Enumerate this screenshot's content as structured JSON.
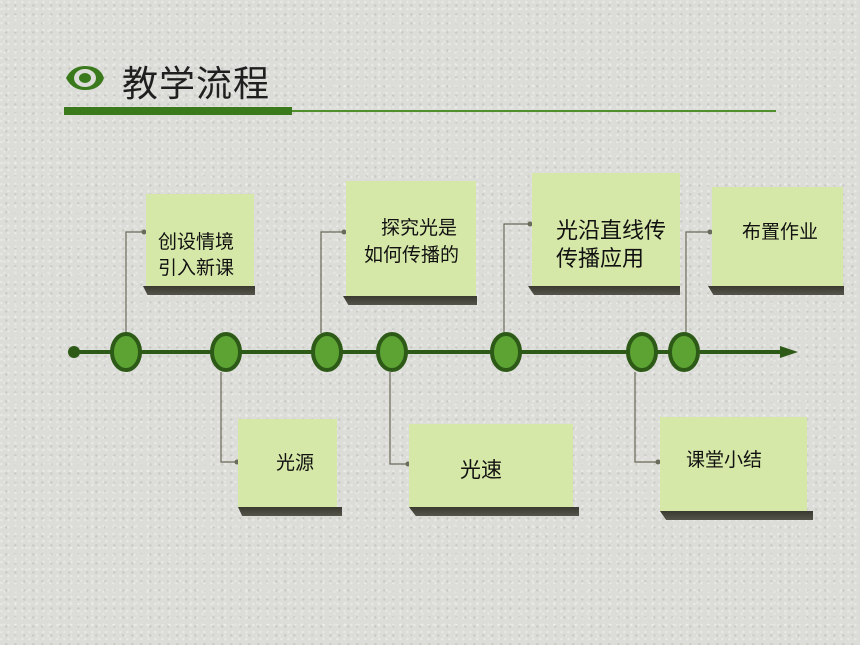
{
  "header": {
    "title": "教学流程",
    "icon": "eye-ring-icon",
    "accent_color": "#3b7a1c"
  },
  "colors": {
    "card_fill": "#d6e8a8",
    "node_fill": "#5da334",
    "node_border": "#2d5a16",
    "line": "#2d5a16"
  },
  "steps": [
    {
      "line1": "创设情境",
      "line2": "引入新课"
    },
    {
      "line1": "光源",
      "line2": ""
    },
    {
      "line1": "探究光是",
      "line2": "如何传播的"
    },
    {
      "line1": "光速",
      "line2": ""
    },
    {
      "line1": "光沿直线传",
      "line2": "传播应用"
    },
    {
      "line1": "课堂小结",
      "line2": ""
    },
    {
      "line1": "布置作业",
      "line2": ""
    }
  ]
}
